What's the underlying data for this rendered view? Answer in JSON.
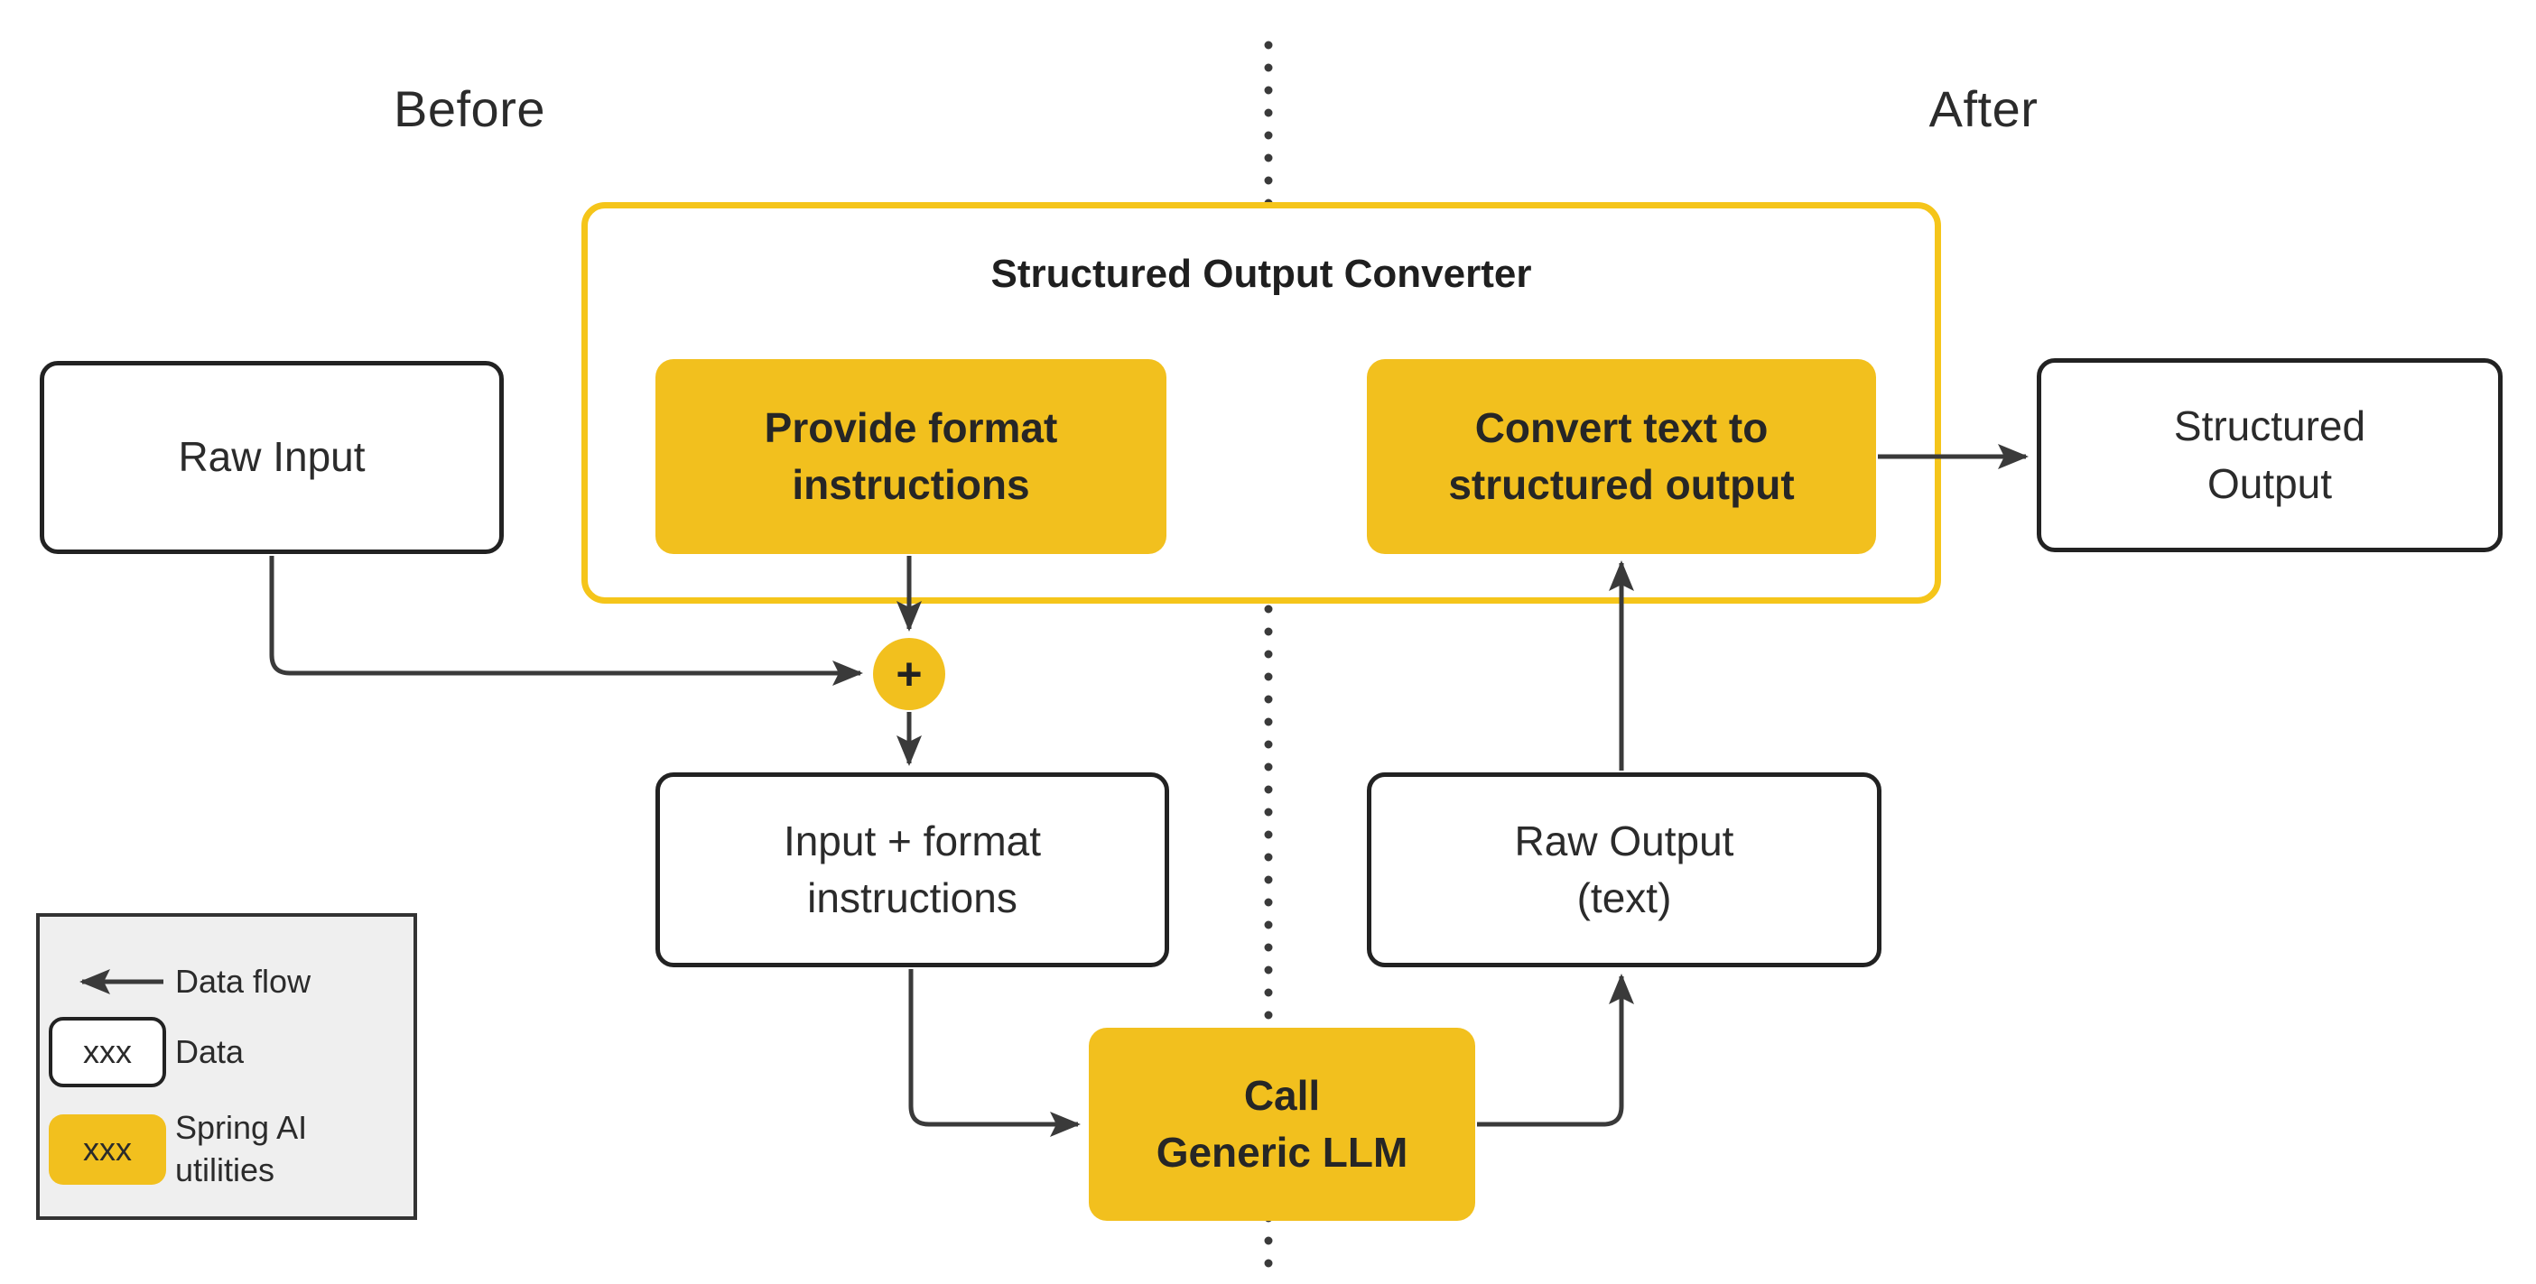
{
  "labels": {
    "before": "Before",
    "after": "After",
    "plus": "+"
  },
  "converter": {
    "title": "Structured Output Converter"
  },
  "nodes": {
    "raw_input": {
      "lines": [
        "Raw Input"
      ]
    },
    "provide_format": {
      "lines": [
        "Provide format",
        "instructions"
      ]
    },
    "convert_text": {
      "lines": [
        "Convert text to",
        "structured output"
      ]
    },
    "structured_output": {
      "lines": [
        "Structured",
        "Output"
      ]
    },
    "input_format": {
      "lines": [
        "Input + format",
        "instructions"
      ]
    },
    "raw_output": {
      "lines": [
        "Raw Output",
        "(text)"
      ]
    },
    "call_llm": {
      "lines": [
        "Call",
        "Generic LLM"
      ]
    }
  },
  "legend": {
    "data_flow_label": "Data flow",
    "data_label": "Data",
    "utilities_label": "Spring AI utilities",
    "sample_text": "xxx"
  },
  "colors": {
    "utility_yellow": "#F2C01E",
    "container_border_yellow": "#F5C51A",
    "stroke_dark": "#3A3A3A",
    "box_border_dark": "#222222",
    "legend_background": "#EFEFEF"
  }
}
